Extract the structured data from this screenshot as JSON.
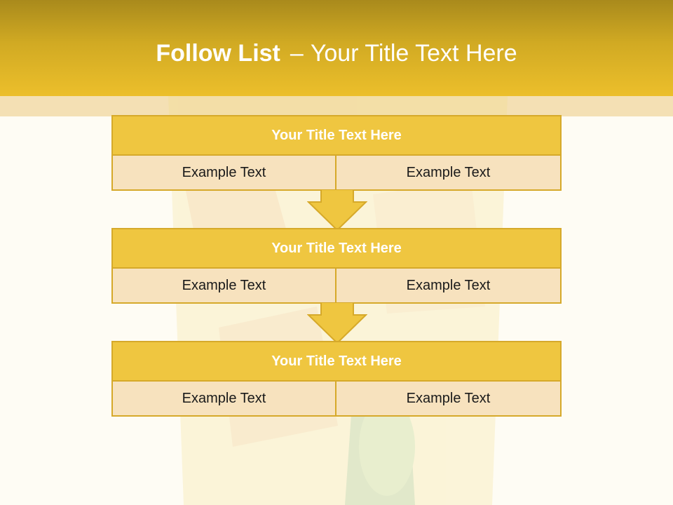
{
  "slide": {
    "title_bold": "Follow List",
    "title_separator": "–",
    "title_rest": "Your Title Text Here"
  },
  "blocks": [
    {
      "title": "Your Title Text Here",
      "cells": [
        "Example Text",
        "Example Text"
      ]
    },
    {
      "title": "Your Title Text Here",
      "cells": [
        "Example Text",
        "Example Text"
      ]
    },
    {
      "title": "Your Title Text Here",
      "cells": [
        "Example Text",
        "Example Text"
      ]
    }
  ],
  "colors": {
    "banner": "#d1aa23",
    "block_title": "#efc640",
    "block_border": "#d6a92a",
    "cell": "#f7e2be",
    "background": "#fefcf4"
  }
}
